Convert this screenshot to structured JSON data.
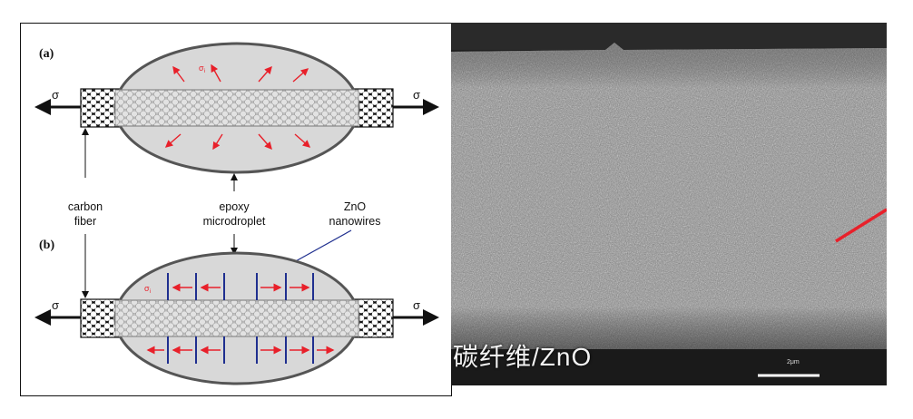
{
  "diagram": {
    "panel_a_label": "(a)",
    "panel_b_label": "(b)",
    "sigma": "σ",
    "sigma_i": "σ",
    "sigma_i_sub": "i",
    "carbon_fiber_line1": "carbon",
    "carbon_fiber_line2": "fiber",
    "epoxy_line1": "epoxy",
    "epoxy_line2": "microdroplet",
    "zno_line1": "ZnO",
    "zno_line2": "nanowires",
    "colors": {
      "droplet_fill": "#d8d8d8",
      "droplet_stroke": "#555555",
      "arrow_red": "#e8202a",
      "nanowire_blue": "#1f2f8f",
      "fiber_dark": "#222222"
    }
  },
  "sem": {
    "caption": "碳纤维/ZnO",
    "scale_label": "2μm",
    "colors": {
      "background": "#1e1e1e",
      "fiber": "#8a8a8a",
      "pointer": "#e8202a"
    }
  }
}
